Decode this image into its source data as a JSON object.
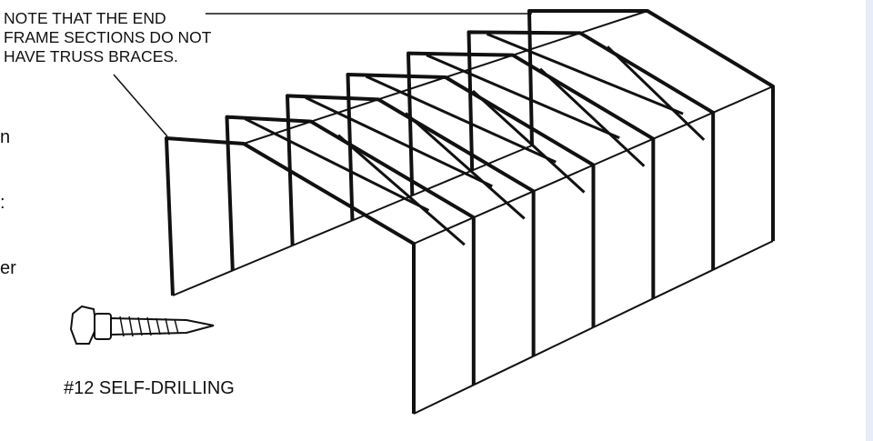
{
  "callout": {
    "lines": [
      "NOTE THAT THE END",
      "FRAME SECTIONS DO NOT",
      "HAVE TRUSS BRACES."
    ]
  },
  "left_fragments": [
    "n",
    ":",
    "er"
  ],
  "screw_label": "#12 SELF-DRILLING",
  "frame_count": 7
}
